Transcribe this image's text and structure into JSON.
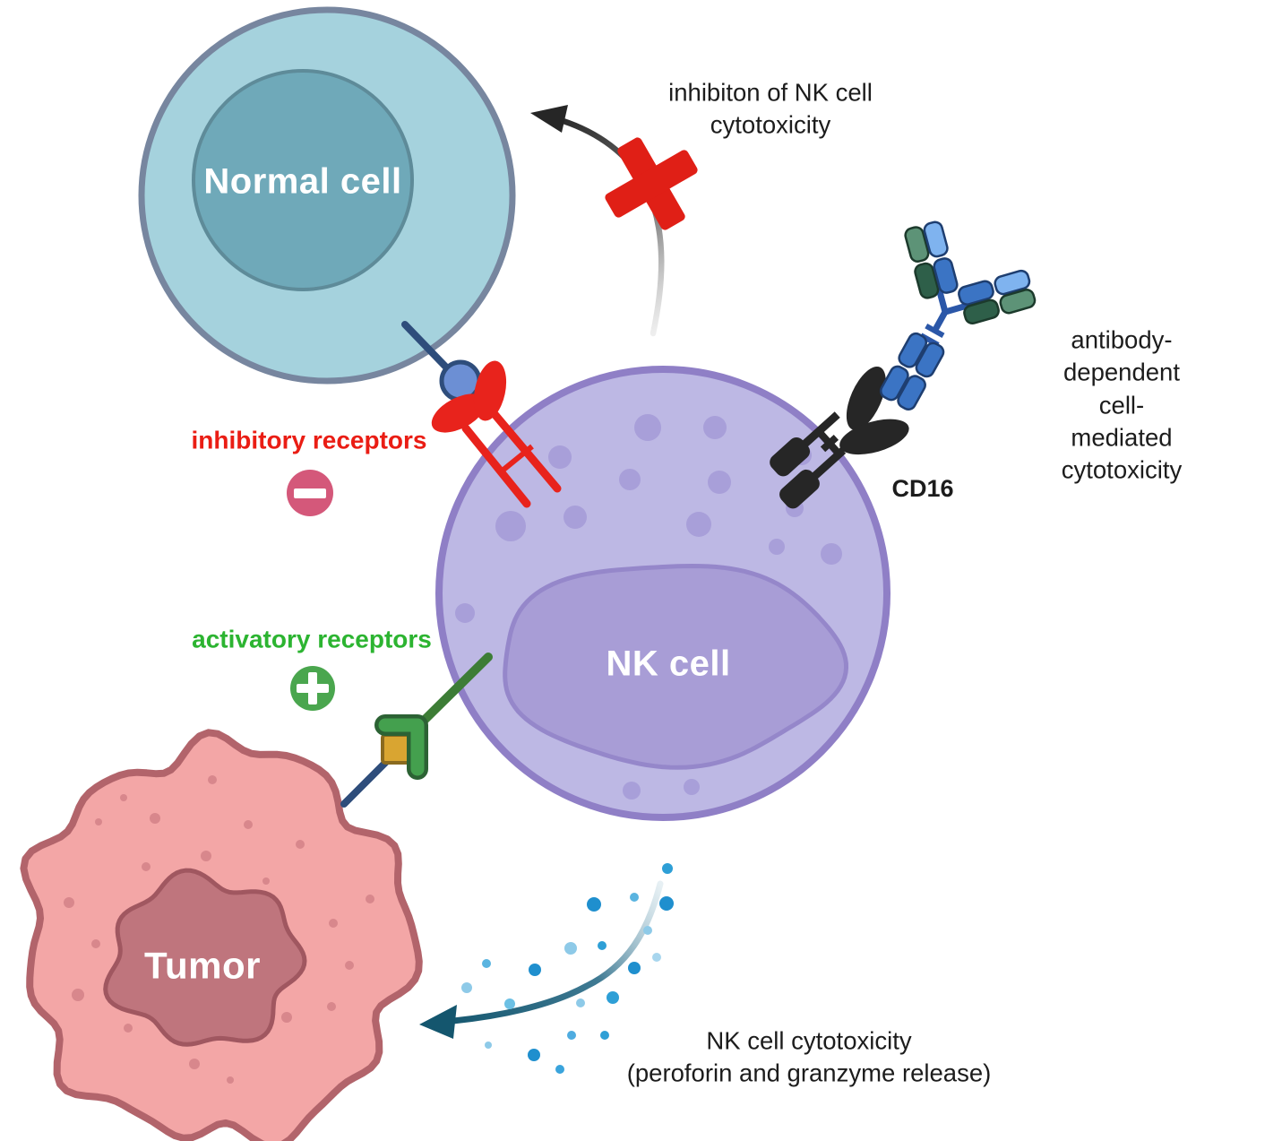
{
  "cells": {
    "normal": {
      "label": "Normal cell",
      "body_color": "#a5d2dd",
      "border_color": "#77869f",
      "nucleus_color": "#6fa9b9"
    },
    "nk": {
      "label": "NK cell",
      "body_color": "#bdb8e4",
      "border_color": "#8f7fc6",
      "nucleus_color": "#a89dd6"
    },
    "tumor": {
      "label": "Tumor",
      "body_color": "#f3a6a6",
      "border_color": "#b2646b",
      "nucleus_color": "#bf757d"
    }
  },
  "annotations": {
    "inhibition": "inhibiton of NK cell\ncytotoxicity",
    "adcc": "antibody-dependent cell-\nmediated cytotoxicity",
    "cd16": "CD16",
    "inhibitory_receptors": "inhibitory receptors",
    "activatory_receptors": "activatory receptors",
    "cytotoxicity": "NK cell cytotoxicity\n(peroforin and granzyme release)"
  },
  "icons": {
    "minus_badge": "minus-icon",
    "plus_badge": "plus-icon",
    "block_x": "x-block-icon",
    "antibody": "antibody-icon",
    "cd16_receptor": "cd16-receptor-icon"
  },
  "colors": {
    "inhibitory_text": "#ea1d14",
    "activatory_text": "#2cb431",
    "minus_badge": "#d4587a",
    "plus_badge": "#4aa64e",
    "block_x": "#e01f16",
    "inhibitory_receptor": "#e8231c",
    "ligand_line": "#2e4d7b",
    "ligand_circle": "#6c8fd4",
    "activating_receptor": "#44a04e",
    "activating_stem": "#3d7d36",
    "ligand_square": "#d9a531",
    "antibody_blue": "#3b74c4",
    "antibody_light_blue": "#7fb3ef",
    "antibody_green": "#5d9377",
    "antibody_dark_green": "#2e5f49",
    "cd16_black": "#262626",
    "arrow_top": "#262626",
    "arrow_bottom": "#14566e",
    "granule_blue": "#1f8fce"
  }
}
